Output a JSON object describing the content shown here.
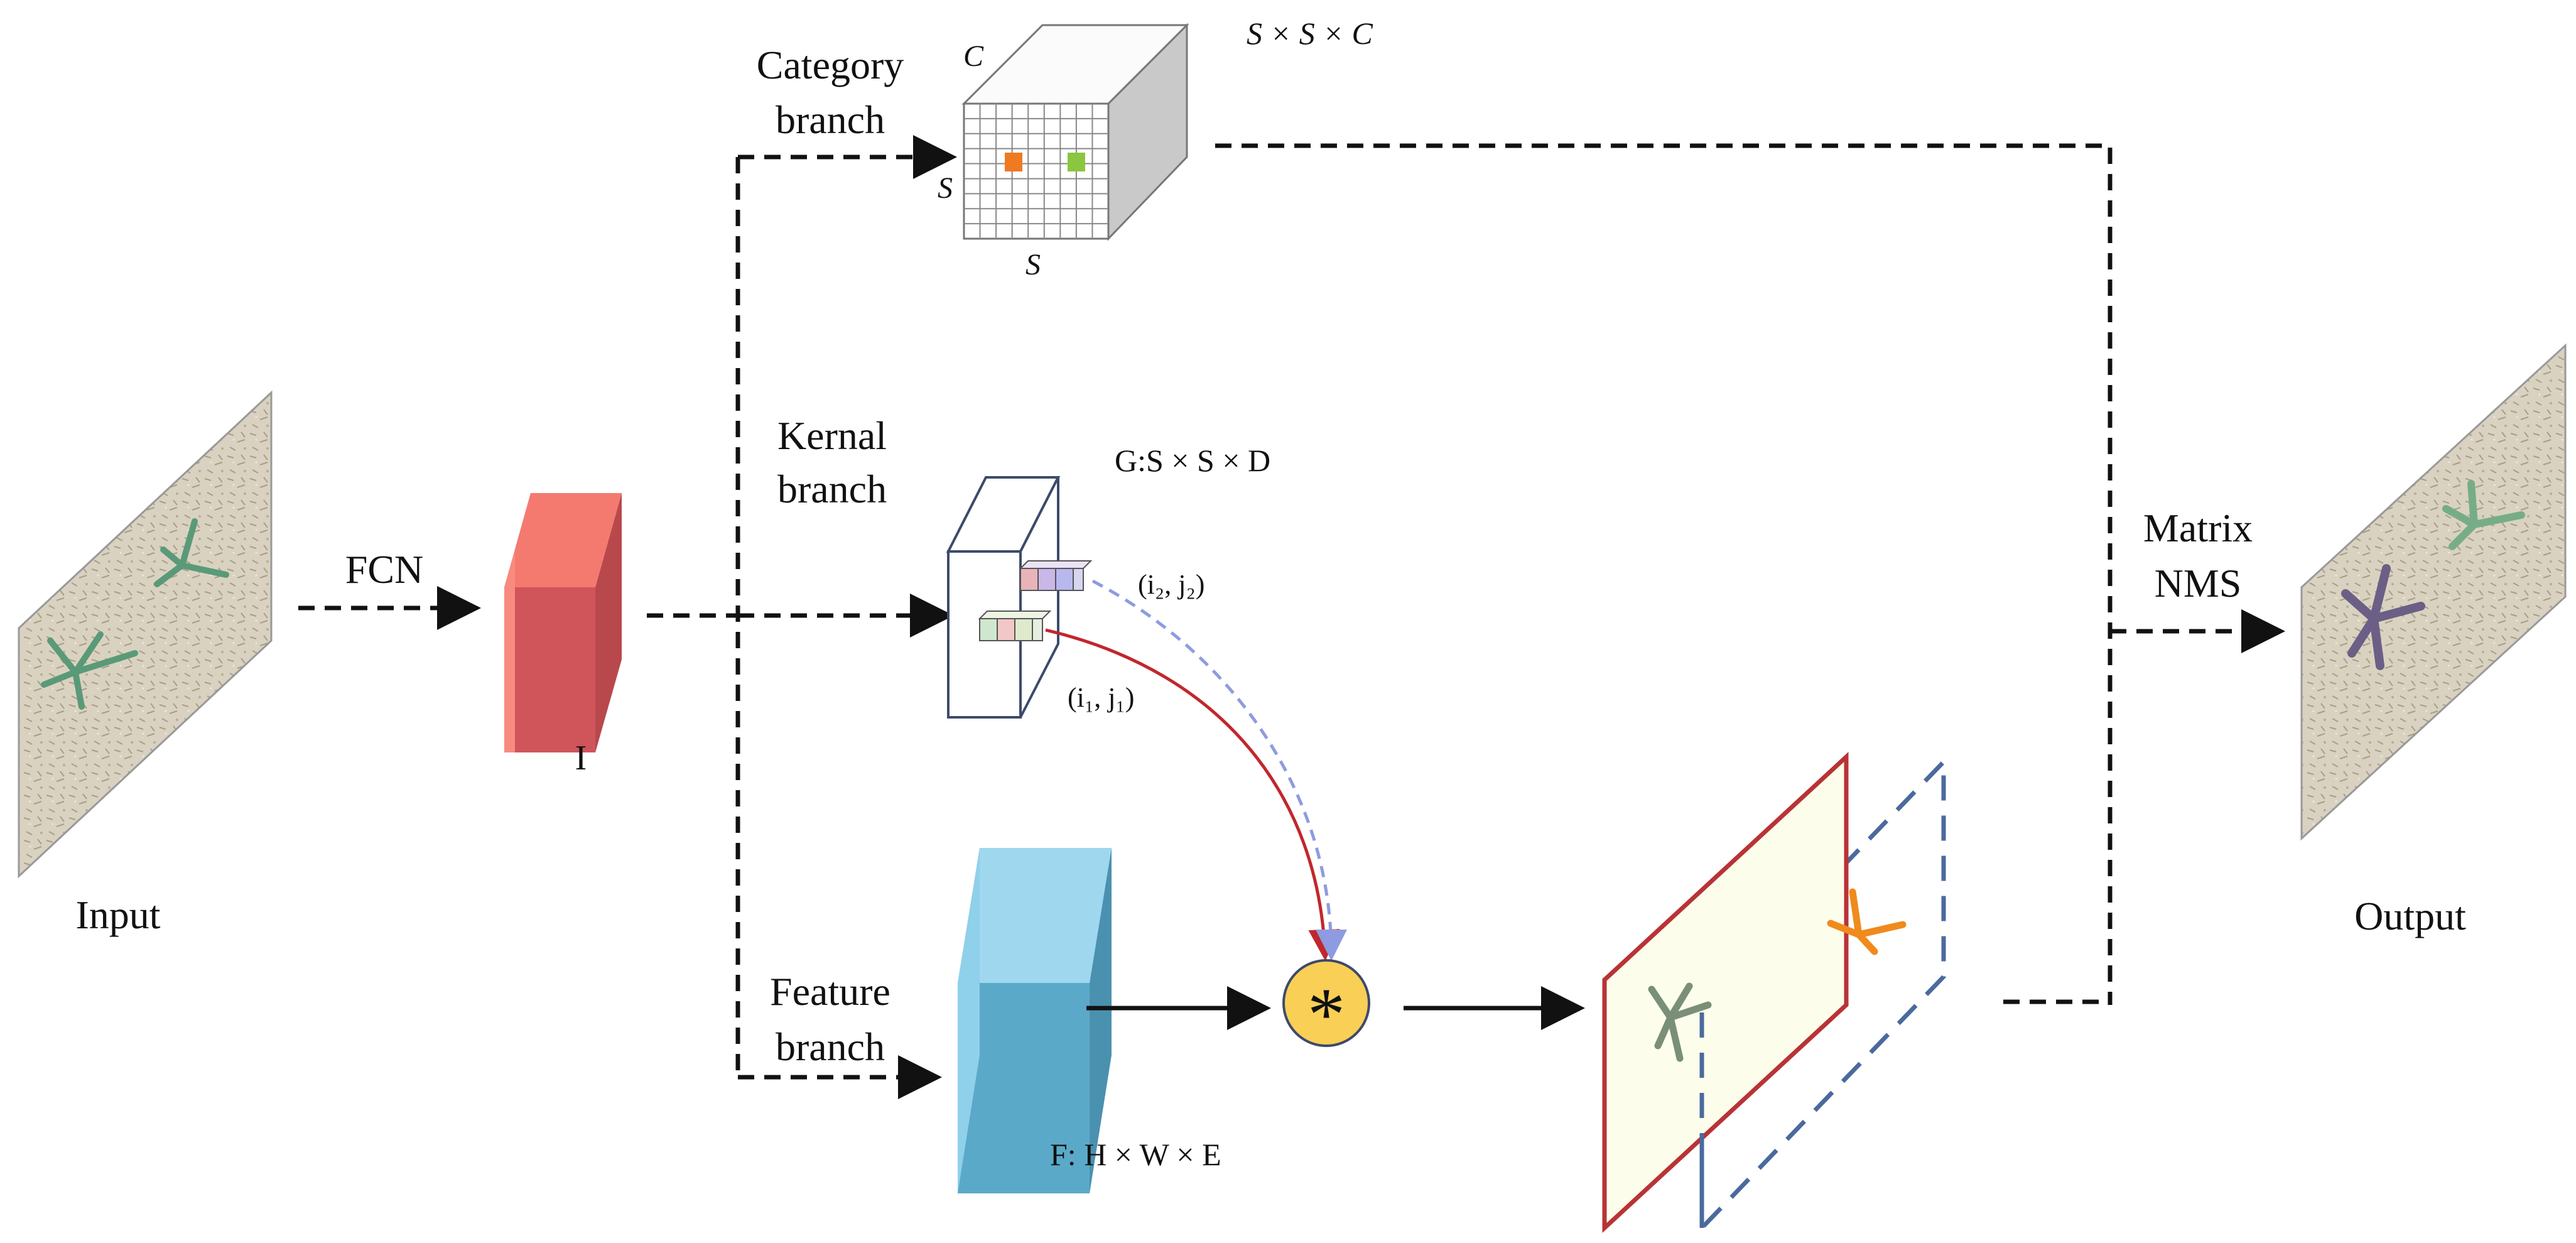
{
  "labels": {
    "input": "Input",
    "output": "Output",
    "fcn": "FCN",
    "i_label": "I",
    "category_line1": "Category",
    "category_line2": "branch",
    "kernal_line1": "Kernal",
    "kernal_line2": "branch",
    "feature_line1": "Feature",
    "feature_line2": "branch",
    "matrix_line1": "Matrix",
    "matrix_line2": "NMS",
    "c_axis": "C",
    "s_axis_left": "S",
    "s_axis_bottom": "S",
    "category_shape": "S × S × C",
    "kernel_shape": "G:S × S × D",
    "feature_shape": "F: H × W × E",
    "loc1": "(i₁, j₁)",
    "loc2": "(i₂, j₂)",
    "conv_symbol": "*"
  },
  "colors": {
    "fcn_block": "#d0555a",
    "fcn_block_edge": "#f47a70",
    "feature_block": "#5ba9c9",
    "feature_block_edge": "#9fd7ef",
    "conv_circle": "#f9cf56",
    "mask_plane": "#fdfdec",
    "mask_border": "#b83336",
    "mask_dashed": "#4a6a9e",
    "grid_orange": "#ef7a22",
    "grid_green": "#8ac640",
    "arrow_red": "#c1272d",
    "arrow_blue": "#8e9be0"
  },
  "icons": {
    "input_image": "field-photo-with-plants",
    "output_image": "field-photo-with-masked-plants",
    "conv": "convolution-asterisk-icon",
    "category_grid": "grid-cube-icon",
    "kernel_cube": "kernel-cube-icon"
  }
}
